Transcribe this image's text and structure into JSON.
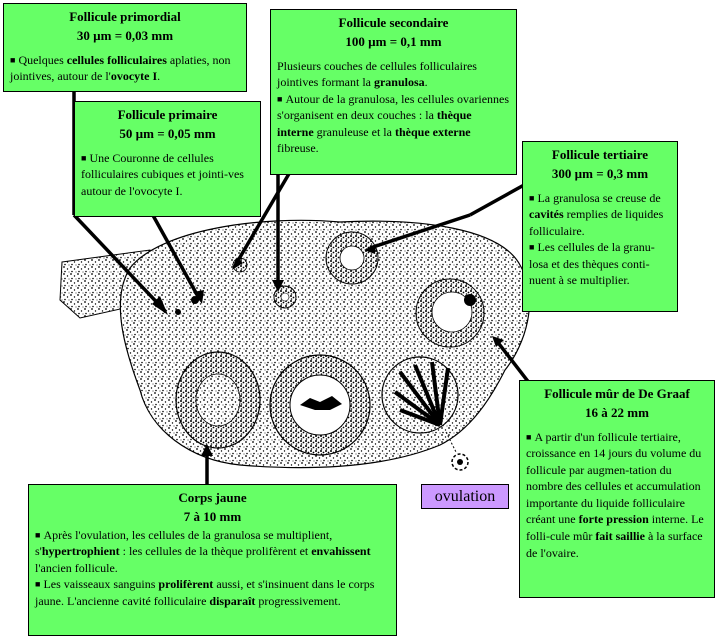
{
  "boxes": {
    "primordial": {
      "title": "Follicule primordial",
      "size": "30 µm = 0,03 mm",
      "parts": [
        {
          "t": "Quelques ",
          "b": false
        },
        {
          "t": "cellules folliculaires",
          "b": true
        },
        {
          "t": " aplaties, non jointives, autour de l'",
          "b": false
        },
        {
          "t": "ovocyte I",
          "b": true
        },
        {
          "t": ".",
          "b": false
        }
      ]
    },
    "primaire": {
      "title": "Follicule primaire",
      "size": "50 µm = 0,05 mm",
      "parts": [
        {
          "t": "Une Couronne de cellules folliculaires cubiques  et jointi-ves autour de l'ovocyte I.",
          "b": false
        }
      ]
    },
    "secondaire": {
      "title": "Follicule secondaire",
      "size": "100 µm = 0,1 mm",
      "intro": [
        {
          "t": "Plusieurs couches de cellules folliculaires jointives formant la ",
          "b": false
        },
        {
          "t": "granulosa",
          "b": true
        },
        {
          "t": ".",
          "b": false
        }
      ],
      "parts": [
        {
          "t": "Autour de la granulosa, les cellules ovariennes s'organisent en deux couches : la ",
          "b": false
        },
        {
          "t": "thèque interne",
          "b": true
        },
        {
          "t": " granuleuse et la ",
          "b": false
        },
        {
          "t": "thèque externe",
          "b": true
        },
        {
          "t": " fibreuse.",
          "b": false
        }
      ]
    },
    "tertiaire": {
      "title": "Follicule tertiaire",
      "size": "300 µm = 0,3 mm",
      "parts1": [
        {
          "t": "La granulosa se creuse de ",
          "b": false
        },
        {
          "t": "cavités",
          "b": true
        },
        {
          "t": " remplies de liquides folliculaire.",
          "b": false
        }
      ],
      "parts2": [
        {
          "t": "Les cellules de la granu-losa et des thèques conti-nuent à se multiplier.",
          "b": false
        }
      ]
    },
    "degraaf": {
      "title": "Follicule mûr de De Graaf",
      "size": "16 à 22 mm",
      "parts": [
        {
          "t": "A partir d'un follicule tertiaire, croissance en 14 jours du volume du follicule par augmen-tation du nombre des cellules et accumulation importante du liquide folliculaire créant une ",
          "b": false
        },
        {
          "t": "forte pression",
          "b": true
        },
        {
          "t": " interne. Le folli-cule mûr ",
          "b": false
        },
        {
          "t": "fait saillie",
          "b": true
        },
        {
          "t": " à la surface de l'ovaire.",
          "b": false
        }
      ]
    },
    "corps": {
      "title": "Corps jaune",
      "size": "7 à 10 mm",
      "parts1": [
        {
          "t": "Après l'ovulation, les cellules de la granulosa se multiplient, s'",
          "b": false
        },
        {
          "t": "hypertrophient",
          "b": true
        },
        {
          "t": " : les cellules de la thèque prolifèrent et ",
          "b": false
        },
        {
          "t": "envahissent",
          "b": true
        },
        {
          "t": " l'ancien follicule.",
          "b": false
        }
      ],
      "parts2": [
        {
          "t": "Les vaisseaux sanguins ",
          "b": false
        },
        {
          "t": "prolifèrent",
          "b": true
        },
        {
          "t": " aussi, et s'insinuent dans le corps jaune. L'ancienne cavité folliculaire ",
          "b": false
        },
        {
          "t": "disparaît",
          "b": true
        },
        {
          "t": " progressivement.",
          "b": false
        }
      ]
    }
  },
  "ovulation_label": "ovulation",
  "colors": {
    "box": "#66ff66",
    "ovulation": "#cc99ff",
    "ink": "#000000"
  }
}
